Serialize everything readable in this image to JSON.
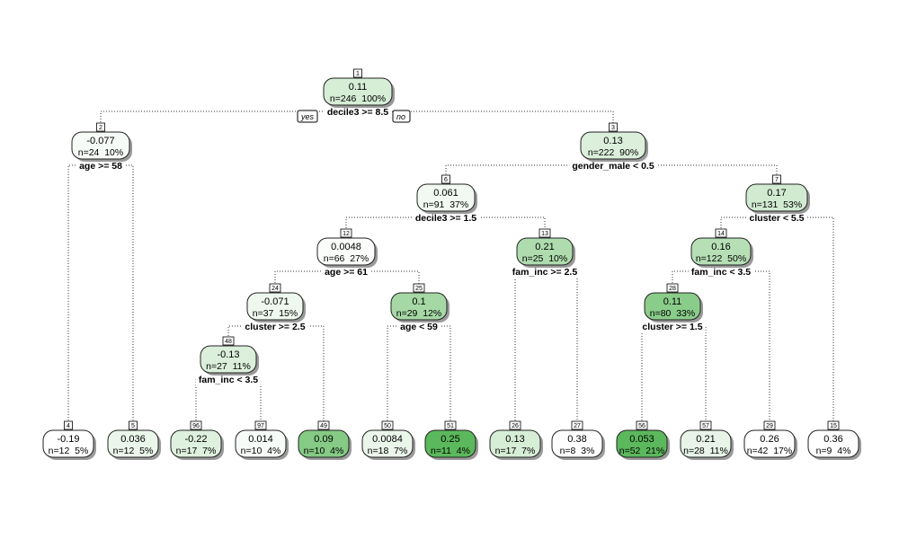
{
  "diagram": {
    "type": "regression-tree",
    "branch_tags": {
      "yes": "yes",
      "no": "no"
    },
    "fill_scale": {
      "low": "#ffffff",
      "high": "#5cb85c"
    },
    "nodes": [
      {
        "id": "1",
        "value": "0.11",
        "n": "n=246  100%",
        "split": "decile3 >= 8.5",
        "fill": 0.25
      },
      {
        "id": "2",
        "value": "-0.077",
        "n": "n=24  10%",
        "split": "age >= 58",
        "fill": 0.05
      },
      {
        "id": "3",
        "value": "0.13",
        "n": "n=222  90%",
        "split": "gender_male < 0.5",
        "fill": 0.22
      },
      {
        "id": "6",
        "value": "0.061",
        "n": "n=91  37%",
        "split": "decile3 >= 1.5",
        "fill": 0.08
      },
      {
        "id": "7",
        "value": "0.17",
        "n": "n=131  53%",
        "split": "cluster < 5.5",
        "fill": 0.28
      },
      {
        "id": "12",
        "value": "0.0048",
        "n": "n=66  27%",
        "split": "age >= 61",
        "fill": 0.03
      },
      {
        "id": "13",
        "value": "0.21",
        "n": "n=25  10%",
        "split": "fam_inc >= 2.5",
        "fill": 0.5
      },
      {
        "id": "14",
        "value": "0.16",
        "n": "n=122  50%",
        "split": "fam_inc < 3.5",
        "fill": 0.45
      },
      {
        "id": "24",
        "value": "-0.071",
        "n": "n=37  15%",
        "split": "cluster >= 2.5",
        "fill": 0.1
      },
      {
        "id": "25",
        "value": "0.1",
        "n": "n=29  12%",
        "split": "age < 59",
        "fill": 0.55
      },
      {
        "id": "28",
        "value": "0.11",
        "n": "n=80  33%",
        "split": "cluster >= 1.5",
        "fill": 0.72
      },
      {
        "id": "48",
        "value": "-0.13",
        "n": "n=27  11%",
        "split": "fam_inc < 3.5",
        "fill": 0.22
      },
      {
        "id": "4",
        "value": "-0.19",
        "n": "n=12  5%",
        "split": "",
        "fill": 0.0
      },
      {
        "id": "5",
        "value": "0.036",
        "n": "n=12  5%",
        "split": "",
        "fill": 0.12
      },
      {
        "id": "96",
        "value": "-0.22",
        "n": "n=17  7%",
        "split": "",
        "fill": 0.2
      },
      {
        "id": "97",
        "value": "0.014",
        "n": "n=10  4%",
        "split": "",
        "fill": 0.05
      },
      {
        "id": "49",
        "value": "0.09",
        "n": "n=10  4%",
        "split": "",
        "fill": 0.75
      },
      {
        "id": "50",
        "value": "0.0084",
        "n": "n=18  7%",
        "split": "",
        "fill": 0.12
      },
      {
        "id": "51",
        "value": "0.25",
        "n": "n=11  4%",
        "split": "",
        "fill": 1.0
      },
      {
        "id": "26",
        "value": "0.13",
        "n": "n=17  7%",
        "split": "",
        "fill": 0.25
      },
      {
        "id": "27",
        "value": "0.38",
        "n": "n=8  3%",
        "split": "",
        "fill": 0.0
      },
      {
        "id": "56",
        "value": "0.053",
        "n": "n=52  21%",
        "split": "",
        "fill": 1.0
      },
      {
        "id": "57",
        "value": "0.21",
        "n": "n=28  11%",
        "split": "",
        "fill": 0.15
      },
      {
        "id": "29",
        "value": "0.26",
        "n": "n=42  17%",
        "split": "",
        "fill": 0.0
      },
      {
        "id": "15",
        "value": "0.36",
        "n": "n=9  4%",
        "split": "",
        "fill": 0.0
      }
    ],
    "edges": [
      [
        "1",
        "2"
      ],
      [
        "1",
        "3"
      ],
      [
        "2",
        "4"
      ],
      [
        "2",
        "5"
      ],
      [
        "3",
        "6"
      ],
      [
        "3",
        "7"
      ],
      [
        "6",
        "12"
      ],
      [
        "6",
        "13"
      ],
      [
        "7",
        "14"
      ],
      [
        "7",
        "15"
      ],
      [
        "12",
        "24"
      ],
      [
        "12",
        "25"
      ],
      [
        "13",
        "26"
      ],
      [
        "13",
        "27"
      ],
      [
        "14",
        "28"
      ],
      [
        "14",
        "29"
      ],
      [
        "24",
        "48"
      ],
      [
        "24",
        "49"
      ],
      [
        "25",
        "50"
      ],
      [
        "25",
        "51"
      ],
      [
        "28",
        "56"
      ],
      [
        "28",
        "57"
      ],
      [
        "48",
        "96"
      ],
      [
        "48",
        "97"
      ]
    ]
  }
}
